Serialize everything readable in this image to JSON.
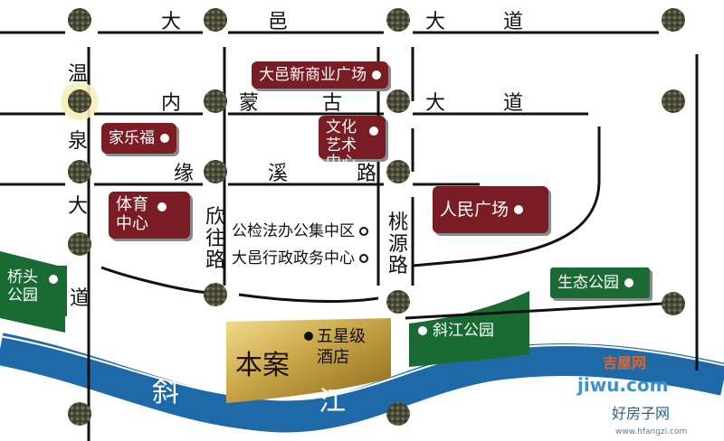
{
  "colors": {
    "road": "#111111",
    "poi_red": "#7a1c23",
    "park_green": "#1a6b33",
    "river_blue": "#1e6aa8",
    "project_gold": "#c9a548",
    "node": "#3a3a2a"
  },
  "icons": {
    "intersection": "node-icon",
    "poi": "dot-icon"
  },
  "roads": {
    "dayi_avenue": [
      "大",
      "邑",
      "大",
      "道"
    ],
    "neimeng_avenue": [
      "内",
      "蒙",
      "古",
      "大",
      "道"
    ],
    "yuanxi_road": [
      "缘",
      "溪",
      "路"
    ],
    "wenquan_avenue": [
      "温",
      "泉",
      "大",
      "道"
    ],
    "xinwang_road": [
      "欣",
      "往",
      "路"
    ],
    "taoyuan_road": [
      "桃",
      "源",
      "路"
    ]
  },
  "poi": {
    "dayi_plaza": "大邑新商业广场",
    "jialefu": "家乐福",
    "culture_center": "文化艺术中心",
    "sports_center": "体育中心",
    "people_square": "人民广场",
    "qiaotou_park": "桥头公园",
    "eco_park": "生态公园",
    "xiejiang_park": "斜江公园",
    "legal_center": "公检法办公集中区",
    "admin_center": "大邑行政政务中心",
    "project": "本案",
    "hotel": "五星级酒店"
  },
  "river": {
    "label_1": "斜",
    "label_2": "江"
  },
  "watermark": {
    "brand_cn": "吉屋网",
    "brand_url": "jiwu.com",
    "brand_2": "好房子网",
    "brand_2_url": "www.hfangzi.com"
  }
}
